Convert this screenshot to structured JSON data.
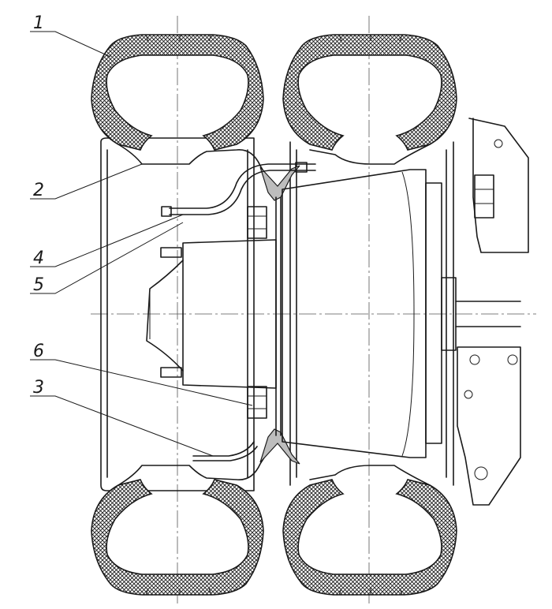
{
  "callouts": [
    {
      "id": "1",
      "text": "1"
    },
    {
      "id": "2",
      "text": "2"
    },
    {
      "id": "4",
      "text": "4"
    },
    {
      "id": "5",
      "text": "5"
    },
    {
      "id": "6",
      "text": "6"
    },
    {
      "id": "3",
      "text": "3"
    }
  ],
  "colors": {
    "line": "#1a1a1a",
    "rim_fill": "#bdbdbd",
    "hatch": "#1a1a1a",
    "background": "#ffffff"
  }
}
